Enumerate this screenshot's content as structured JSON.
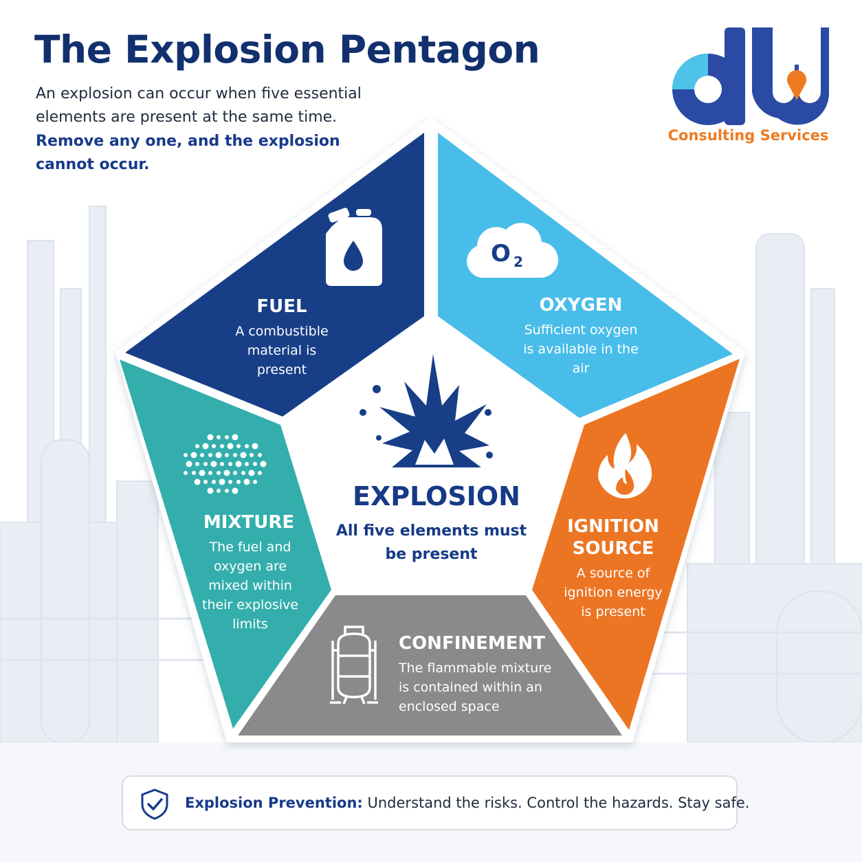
{
  "header": {
    "title": "The Explosion Pentagon",
    "intro": "An explosion can occur when five essential elements are present at the same time.",
    "intro_emphasis": "Remove any one, and the explosion cannot occur."
  },
  "logo": {
    "mark_text": "dw",
    "subtitle": "Consulting Services"
  },
  "center": {
    "title": "EXPLOSION",
    "description": "All five elements must be present",
    "icon": "explosion-burst-icon"
  },
  "segments": [
    {
      "id": "fuel",
      "title": "FUEL",
      "description": "A combustible material is present",
      "icon": "fuel-jerrycan-icon",
      "color": "#173e87"
    },
    {
      "id": "oxygen",
      "title": "OXYGEN",
      "description": "Sufficient oxygen is available in the air",
      "icon": "oxygen-cloud-icon",
      "icon_label": "O",
      "icon_sub": "2",
      "color": "#49bde9"
    },
    {
      "id": "ignition",
      "title": "IGNITION SOURCE",
      "description": "A source of ignition energy is present",
      "icon": "flame-icon",
      "color": "#ec7524"
    },
    {
      "id": "confinement",
      "title": "CONFINEMENT",
      "description": "The flammable mixture is contained within an enclosed space",
      "icon": "vessel-tank-icon",
      "color": "#8a8a8c"
    },
    {
      "id": "mixture",
      "title": "MIXTURE",
      "description": "The fuel and oxygen are mixed within their explosive limits",
      "icon": "particle-dots-icon",
      "color": "#33aeac"
    }
  ],
  "footer": {
    "label": "Explosion Prevention:",
    "text": " Understand the risks. Control the hazards. Stay safe.",
    "icon": "shield-check-icon"
  },
  "colors": {
    "navy": "#12306e",
    "accent_orange": "#ee7a21"
  }
}
